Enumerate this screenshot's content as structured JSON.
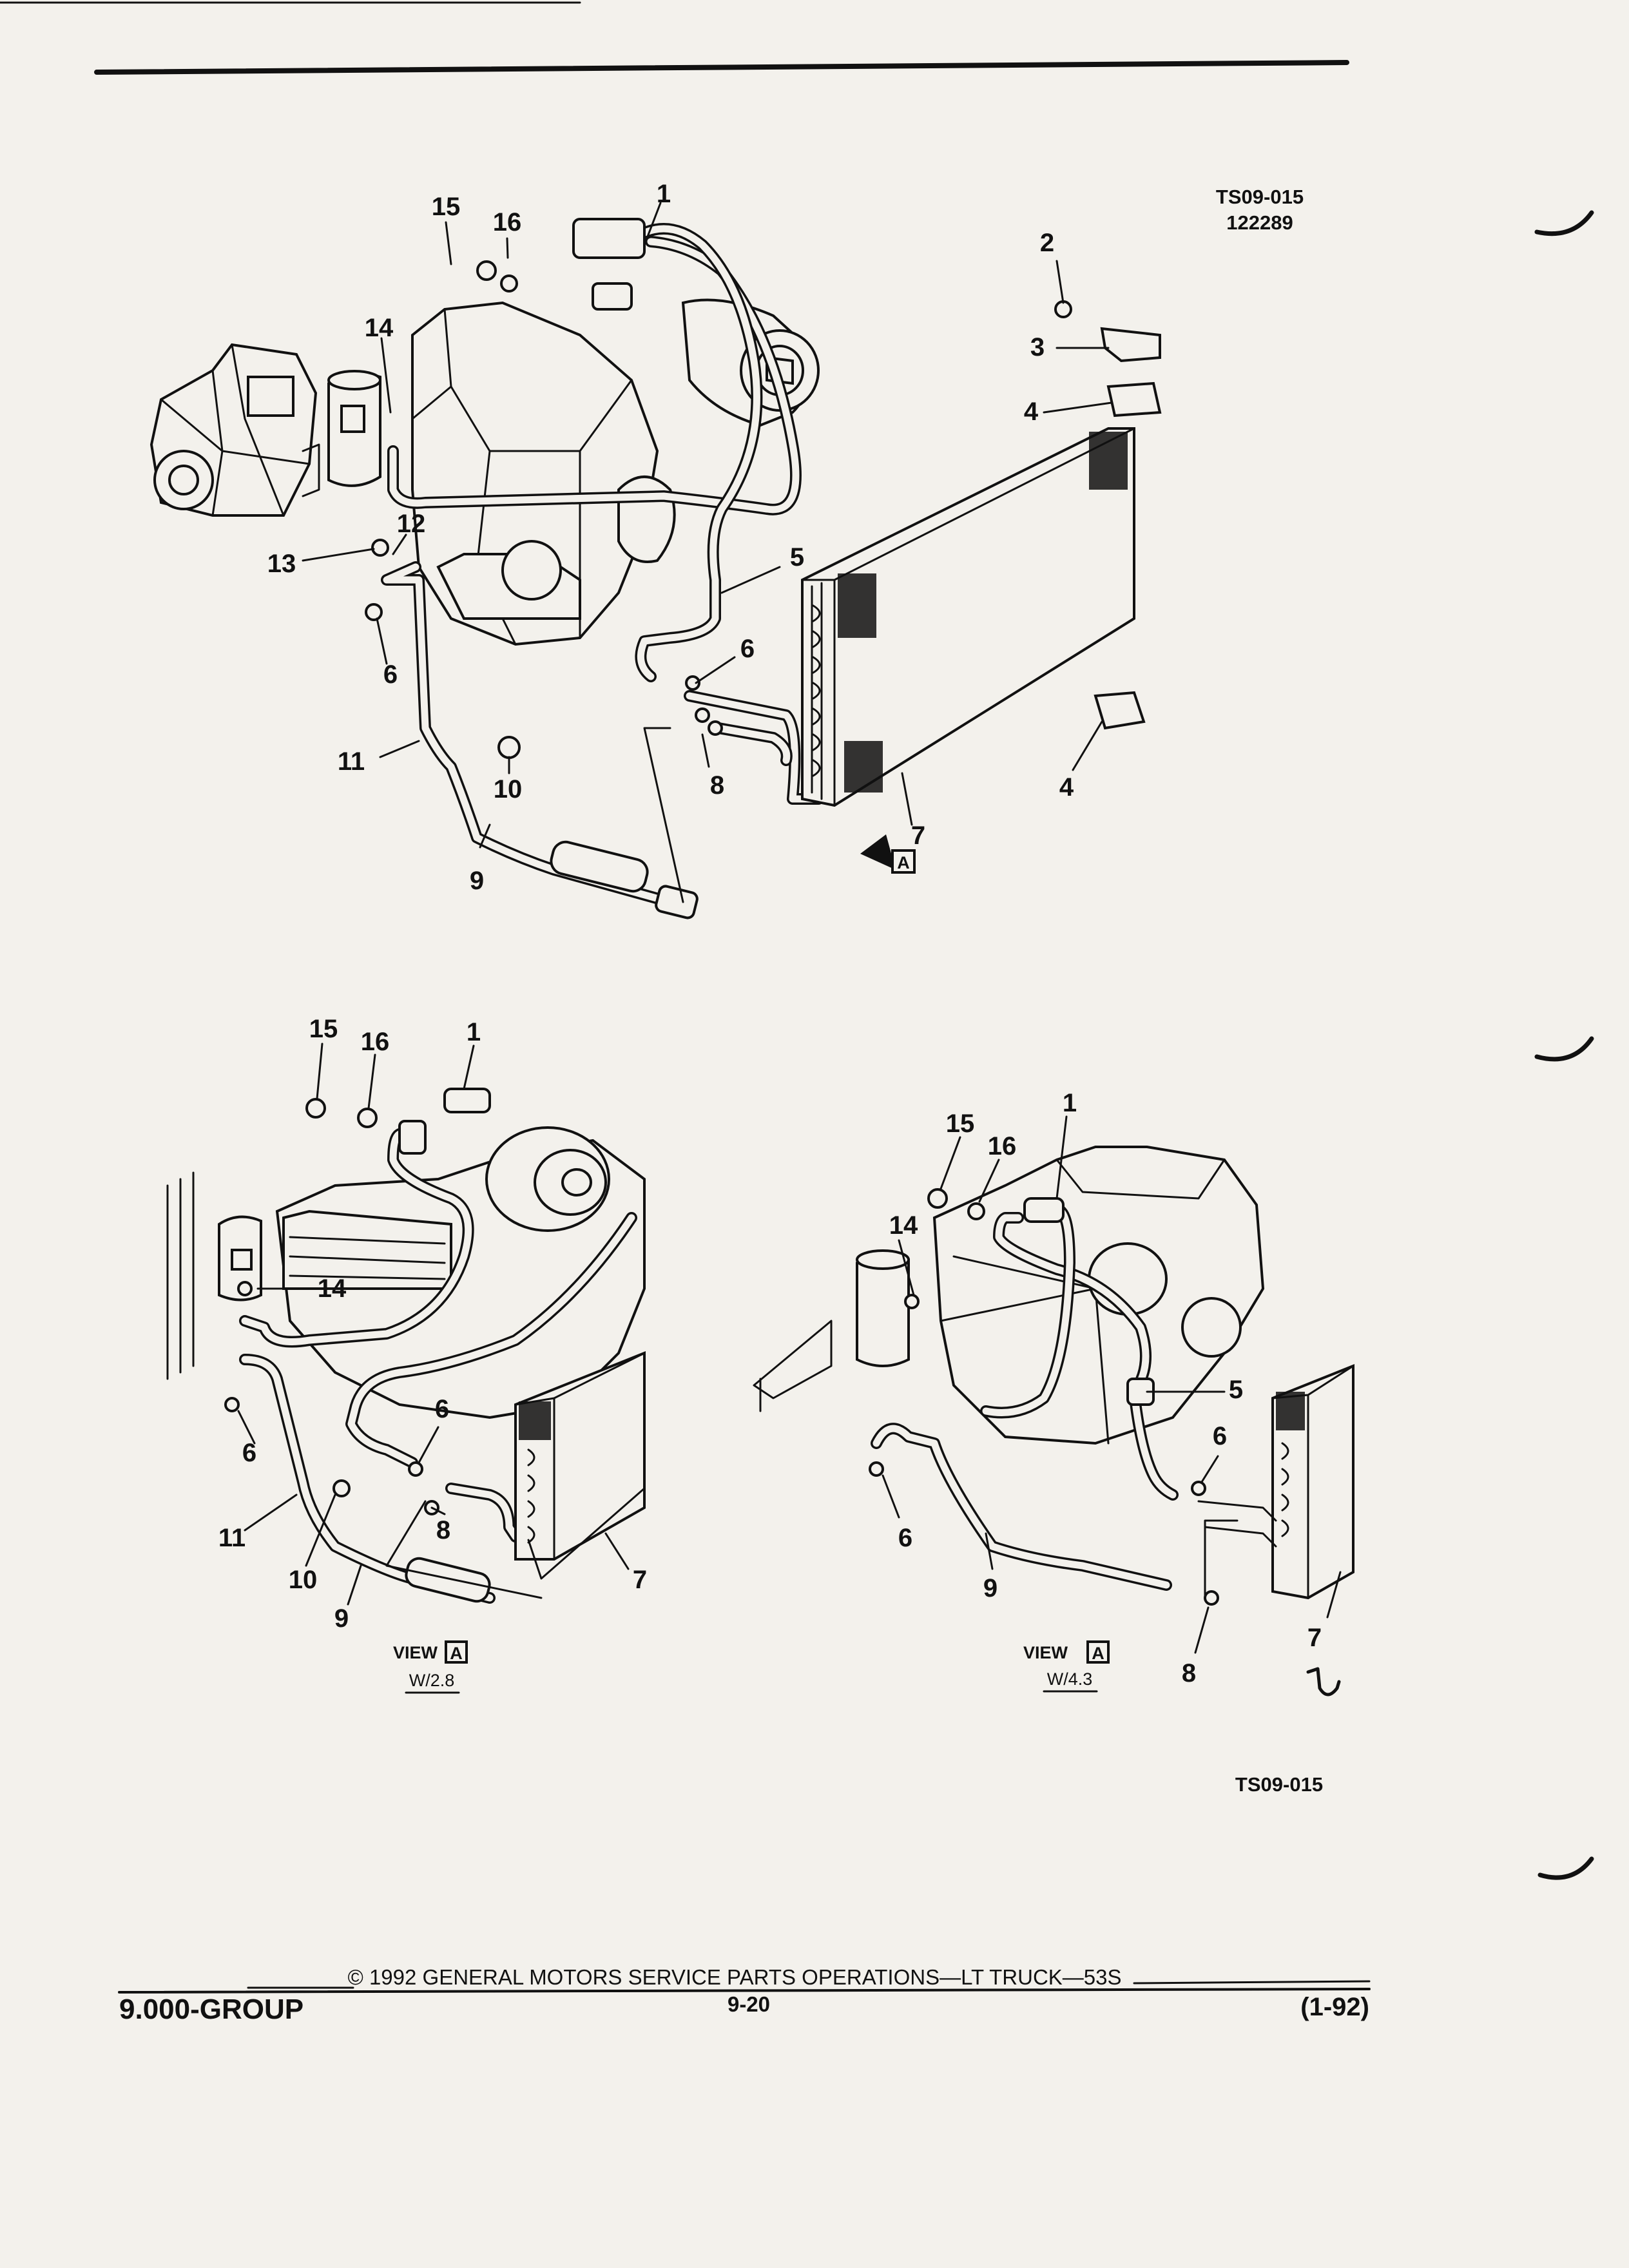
{
  "header": {
    "code": "TS09-015",
    "date": "122289"
  },
  "main_view": {
    "callouts": [
      "1",
      "2",
      "3",
      "4",
      "4",
      "5",
      "6",
      "6",
      "7",
      "8",
      "9",
      "10",
      "11",
      "12",
      "13",
      "14",
      "15",
      "16"
    ],
    "view_marker": "A"
  },
  "view_28": {
    "callouts": [
      "1",
      "6",
      "6",
      "7",
      "8",
      "9",
      "10",
      "11",
      "14",
      "15",
      "16"
    ],
    "view_word": "VIEW",
    "view_letter": "A",
    "variant": "W/2.8"
  },
  "view_43": {
    "callouts": [
      "1",
      "5",
      "6",
      "6",
      "7",
      "8",
      "9",
      "14",
      "15",
      "16"
    ],
    "view_word": "VIEW",
    "view_letter": "A",
    "variant": "W/4.3"
  },
  "figure_code": "TS09-015",
  "footer": {
    "copyright": "© 1992 GENERAL MOTORS SERVICE PARTS OPERATIONS—LT TRUCK—53S",
    "group": "9.000-GROUP",
    "page": "9-20",
    "revision": "(1-92)"
  }
}
